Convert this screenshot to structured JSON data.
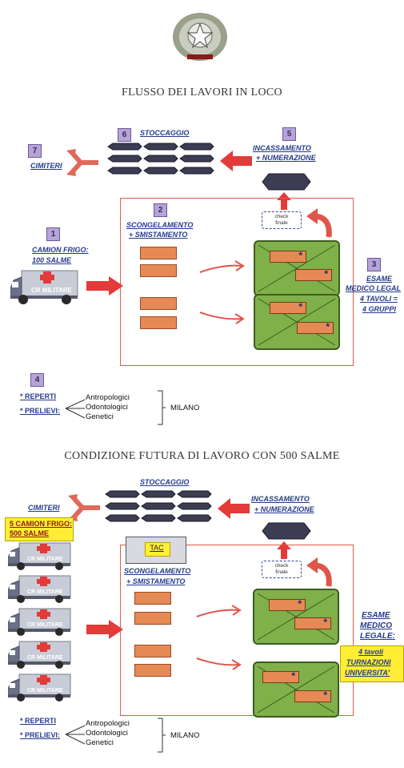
{
  "section1": {
    "title": "FLUSSO DEI LAVORI IN LOCO",
    "steps": {
      "s1": {
        "num": "1",
        "label_line1": "CAMION FRIGO:",
        "label_line2": "100 SALME"
      },
      "s2": {
        "num": "2",
        "label_line1": "SCONGELAMENTO",
        "label_line2": "+ SMISTAMENTO"
      },
      "s3": {
        "num": "3",
        "label_line1": "ESAME",
        "label_line2": "MEDICO LEGAL",
        "label_line3": "4 TAVOLI =",
        "label_line4": "4 GRUPPI"
      },
      "s4": {
        "num": "4"
      },
      "s5": {
        "num": "5",
        "label_line1": "INCASSAMENTO",
        "label_line2": "+ NUMERAZIONE"
      },
      "s6": {
        "num": "6",
        "label": "STOCCAGGIO"
      },
      "s7": {
        "num": "7",
        "label": "CIMITERI"
      }
    },
    "check": {
      "line1": "check",
      "line2": "finale"
    },
    "truck_text": "CR MILITARE",
    "reperti": "REPERTI",
    "prelievi": "PRELIEVI:",
    "list": [
      "Antropologici",
      "Odontologici",
      "Genetici"
    ],
    "milano": "MILANO"
  },
  "section2": {
    "title": "CONDIZIONE FUTURA DI LAVORO CON 500 SALME",
    "stoccaggio": "STOCCAGGIO",
    "cimiteri": "CIMITERI",
    "incassamento_1": "INCASSAMENTO",
    "incassamento_2": "+ NUMERAZIONE",
    "camion_1": "5 CAMION FRIGO:",
    "camion_2": "500 SALME",
    "tac": "TAC",
    "scong_1": "SCONGELAMENTO",
    "scong_2": "+ SMISTAMENTO",
    "check": {
      "line1": "check",
      "line2": "finale"
    },
    "esame_1": "ESAME",
    "esame_2": "MEDICO",
    "esame_3": "LEGALE:",
    "tavoli_1": "4 tavoli",
    "tavoli_2": "TURNAZIONI",
    "tavoli_3": "UNIVERSITA'",
    "truck_text": "CR MILITARE",
    "reperti": "REPERTI",
    "prelievi": "PRELIEVI:",
    "list": [
      "Antropologici",
      "Odontologici",
      "Genetici"
    ],
    "milano": "MILANO"
  },
  "colors": {
    "accent_red": "#e35a45",
    "table_green": "#7fb04a",
    "number_box": "#b7a3d6",
    "highlight_yellow": "#ffee33"
  },
  "icons": [
    "emblem-icon",
    "coffin-icon",
    "arrow-icon",
    "truck-icon"
  ]
}
